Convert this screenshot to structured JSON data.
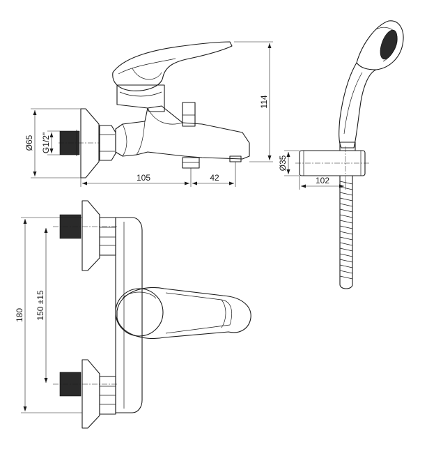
{
  "labels": {
    "dia_flange": "Ø65",
    "thread": "G1/2\"",
    "width_body": "105",
    "width_spout": "42",
    "height_total": "114",
    "dia_holder": "Ø35",
    "holder_length": "102",
    "total_height_front": "180",
    "center_distance": "150 ±15"
  }
}
